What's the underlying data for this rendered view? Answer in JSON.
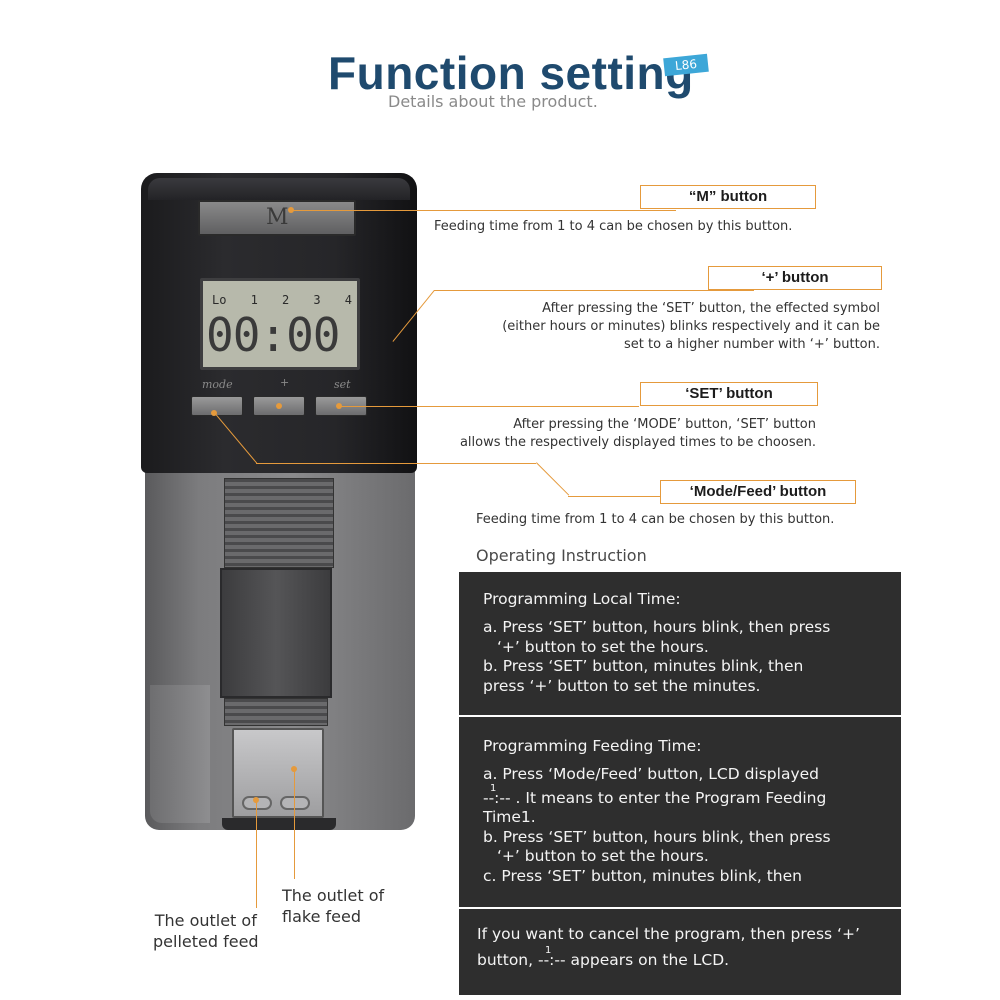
{
  "header": {
    "title": "Function setting",
    "model_tag": "L86",
    "subtitle": "Details about the product."
  },
  "device": {
    "m_button_text": "M",
    "lcd": {
      "labels": [
        "Lo",
        "1",
        "2",
        "3",
        "4"
      ],
      "digits": "00:00"
    },
    "button_labels": [
      "mode",
      "+",
      "set"
    ]
  },
  "callouts": {
    "m_button": {
      "label": "“M” button",
      "description": "Feeding time from 1 to 4 can be chosen by this button."
    },
    "plus_button": {
      "label": "‘+’ button",
      "lines": [
        "After pressing the ‘SET’ button, the effected symbol",
        "(either hours or minutes) blinks respectively and it can be",
        "set to a higher number with ‘+’ button."
      ]
    },
    "set_button": {
      "label": "‘SET’ button",
      "lines": [
        "After pressing the ‘MODE’ button, ‘SET’ button",
        "allows the respectively displayed times to be choosen."
      ]
    },
    "mode_button": {
      "label": "‘Mode/Feed’ button",
      "description": "Feeding time from 1 to 4 can be chosen by this button."
    }
  },
  "outlets": {
    "pelleted": [
      "The outlet of",
      "pelleted feed"
    ],
    "flake": [
      "The outlet of",
      "flake feed"
    ]
  },
  "instructions": {
    "heading": "Operating Instruction",
    "local_time": {
      "title": "Programming Local Time:",
      "lines": [
        "a. Press ‘SET’ button, hours blink, then press",
        "‘+’ button to set the hours.",
        "b. Press ‘SET’ button, minutes blink, then",
        "press ‘+’ button to set the minutes."
      ]
    },
    "feeding_time": {
      "title": "Programming Feeding Time:",
      "line1": "a. Press ‘Mode/Feed’ button, LCD displayed",
      "line2_sup": "1",
      "line2_prefix": "--:--",
      "line2_rest": ". It means to enter the Program Feeding",
      "line3": "Time1.",
      "line4": "b. Press ‘SET’ button, hours blink, then press",
      "line5": "‘+’ button to set the hours.",
      "line6": "c. Press ‘SET’ button, minutes blink, then"
    },
    "cancel": {
      "line1": "If you want to cancel the program, then press ‘+’",
      "line2_before": "button,",
      "line2_sup": "1",
      "line2_code": "--:--",
      "line2_after": "appears on the LCD."
    }
  }
}
